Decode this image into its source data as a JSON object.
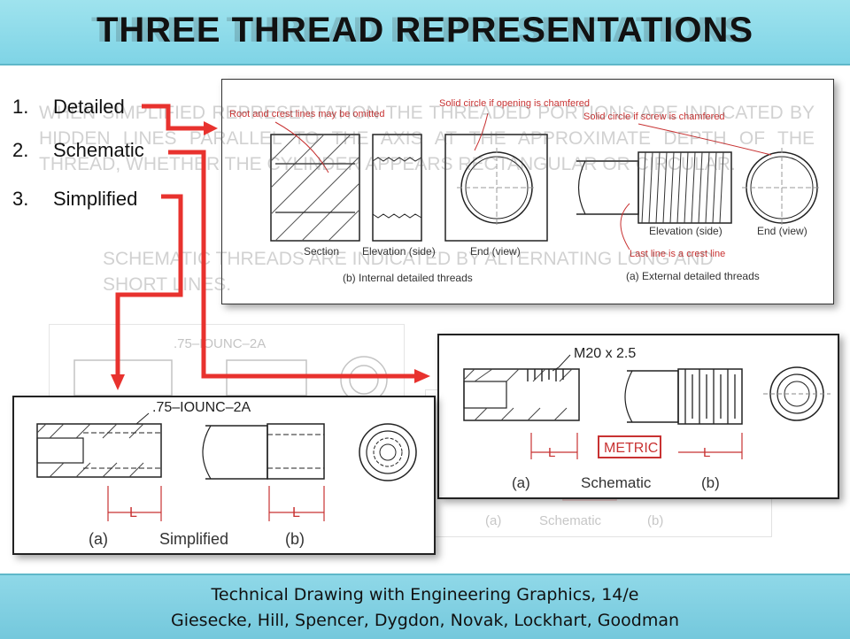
{
  "slide": {
    "title": "THREE THREAD REPRESENTATIONS",
    "list": [
      {
        "num": "1.",
        "label": "Detailed"
      },
      {
        "num": "2.",
        "label": "Schematic"
      },
      {
        "num": "3.",
        "label": "Simplified"
      }
    ],
    "overlay_paragraph_1": "WHEN SIMPLIFIED REPRESENTATION THE THREADED PORTIONS ARE INDICATED BY HIDDEN LINES PARALLEL TO THE AXIS AT THE APPROXIMATE DEPTH OF THE THREAD, WHETHER THE CYLINDER APPEARS RECTANGULAR OR CIRCULAR.",
    "overlay_paragraph_2": "SCHEMATIC THREADS ARE INDICATED BY ALTERNATING LONG AND SHORT LINES.",
    "accent_color": "#e8322e"
  },
  "detailed_figure": {
    "root_crest_note": "Root and crest lines may be omitted",
    "solid_circle_opening": "Solid circle if opening is chamfered",
    "solid_circle_screw": "Solid circle if screw is chamfered",
    "last_line_note": "Last line is a crest line",
    "labels": [
      "Section",
      "Elevation (side)",
      "End (view)",
      "Elevation (side)",
      "End (view)"
    ],
    "caption_internal": "(b) Internal detailed threads",
    "caption_external": "(a) External detailed threads"
  },
  "schematic_figure": {
    "callout": "M20 x 2.5",
    "metric": "METRIC",
    "dim": "L",
    "label_a": "(a)",
    "label_b": "(b)",
    "caption": "Schematic"
  },
  "simplified_figure": {
    "callout": ".75–IOUNC–2A",
    "dim": "L",
    "label_a": "(a)",
    "label_b": "(b)",
    "caption": "Simplified"
  },
  "footer": {
    "line1": "Technical Drawing with Engineering Graphics, 14/e",
    "line2": "Giesecke, Hill, Spencer, Dygdon, Novak, Lockhart, Goodman"
  }
}
